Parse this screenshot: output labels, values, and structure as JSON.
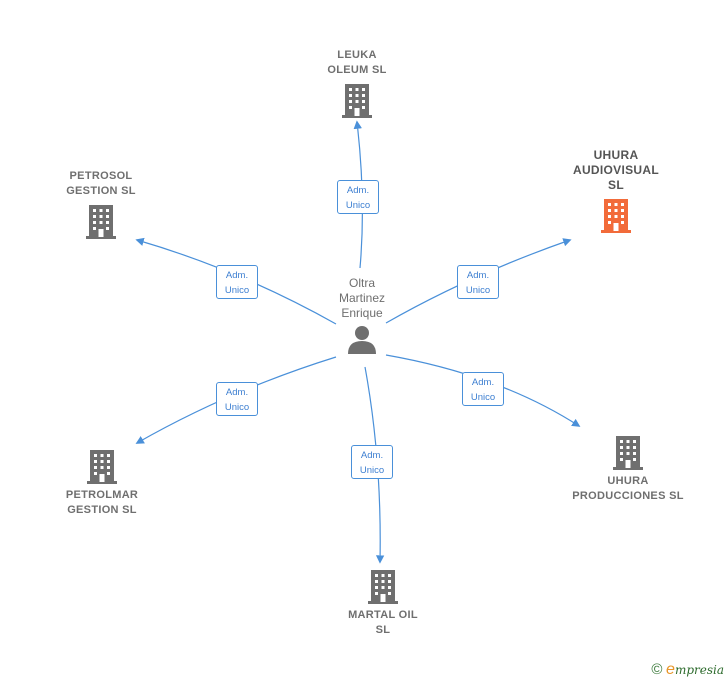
{
  "center": {
    "name": "Oltra\nMartinez\nEnrique"
  },
  "companies": [
    {
      "id": "leuka",
      "name": "LEUKA\nOLEUM  SL",
      "highlight": false
    },
    {
      "id": "uhura_audiovisual",
      "name": "UHURA\nAUDIOVISUAL\nSL",
      "highlight": true
    },
    {
      "id": "uhura_producciones",
      "name": "UHURA\nPRODUCCIONES SL",
      "highlight": false
    },
    {
      "id": "martal",
      "name": "MARTAL OIL\nSL",
      "highlight": false
    },
    {
      "id": "petrolmar",
      "name": "PETROLMAR\nGESTION  SL",
      "highlight": false
    },
    {
      "id": "petrosol",
      "name": "PETROSOL\nGESTION  SL",
      "highlight": false
    }
  ],
  "edges": [
    {
      "to": "leuka",
      "role_line1": "Adm.",
      "role_line2": "Unico"
    },
    {
      "to": "uhura_audiovisual",
      "role_line1": "Adm.",
      "role_line2": "Unico"
    },
    {
      "to": "uhura_producciones",
      "role_line1": "Adm.",
      "role_line2": "Unico"
    },
    {
      "to": "martal",
      "role_line1": "Adm.",
      "role_line2": "Unico"
    },
    {
      "to": "petrolmar",
      "role_line1": "Adm.",
      "role_line2": "Unico"
    },
    {
      "to": "petrosol",
      "role_line1": "Adm.",
      "role_line2": "Unico"
    }
  ],
  "colors": {
    "edge": "#4a90d9",
    "building": "#6f6f6f",
    "building_highlight": "#f26b3a",
    "person": "#6f6f6f"
  },
  "footer": {
    "copyright": "©",
    "brand_initial": "e",
    "brand_rest": "mpresia"
  }
}
